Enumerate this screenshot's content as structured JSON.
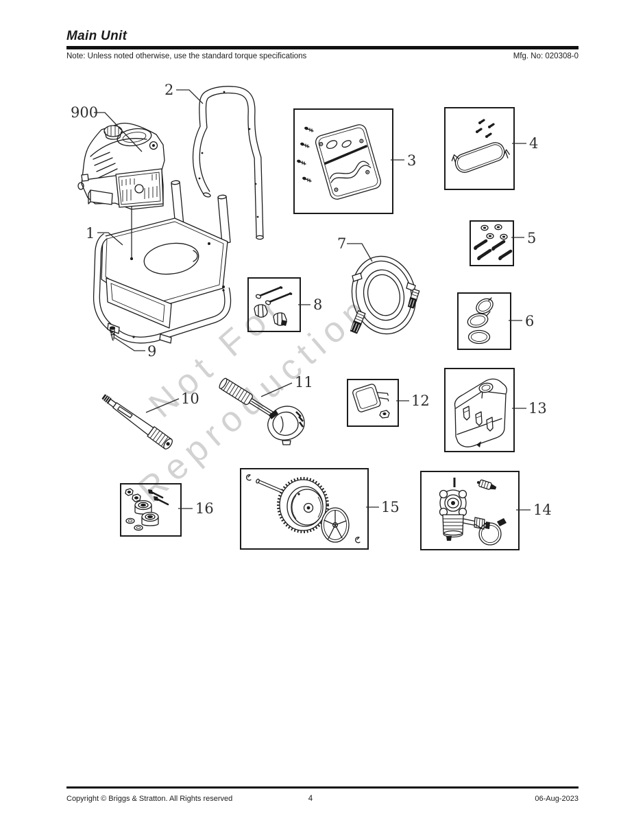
{
  "header": {
    "title": "Main Unit",
    "note": "Note: Unless noted otherwise, use the standard torque specifications",
    "mfg_no": "Mfg. No: 020308-0"
  },
  "watermark": {
    "line1": "Not For",
    "line2": "Reproduction"
  },
  "callouts": [
    {
      "label": "900"
    },
    {
      "label": "1"
    },
    {
      "label": "2"
    },
    {
      "label": "3"
    },
    {
      "label": "4"
    },
    {
      "label": "5"
    },
    {
      "label": "6"
    },
    {
      "label": "7"
    },
    {
      "label": "8"
    },
    {
      "label": "9"
    },
    {
      "label": "10"
    },
    {
      "label": "11"
    },
    {
      "label": "12"
    },
    {
      "label": "13"
    },
    {
      "label": "14"
    },
    {
      "label": "15"
    },
    {
      "label": "16"
    }
  ],
  "footer": {
    "copyright": "Copyright ©  Briggs & Stratton. All Rights reserved",
    "page_number": "4",
    "date": "06-Aug-2023"
  }
}
